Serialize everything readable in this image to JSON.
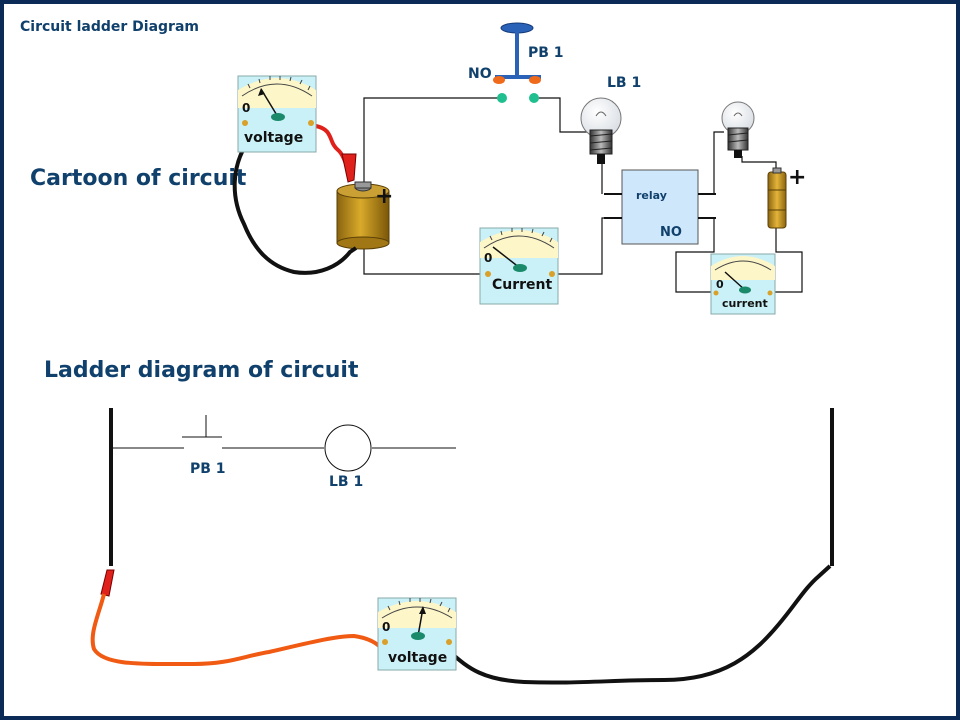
{
  "header": {
    "title": "Circuit ladder Diagram"
  },
  "cartoon": {
    "heading": "Cartoon of circuit",
    "pushbutton": {
      "label": "PB 1",
      "contact_type": "NO"
    },
    "lightbulb": {
      "label": "LB 1"
    },
    "relay": {
      "label": "relay",
      "contact_type": "NO"
    },
    "meters": [
      {
        "zero_label": "0",
        "label": "voltage"
      },
      {
        "zero_label": "0",
        "label": "Current"
      },
      {
        "zero_label": "0",
        "label": "current"
      }
    ],
    "polarity_symbol": "+"
  },
  "ladder": {
    "heading": "Ladder diagram of circuit",
    "pushbutton_label": "PB 1",
    "lightbulb_label": "LB 1",
    "meter": {
      "zero_label": "0",
      "label": "voltage"
    }
  },
  "colors": {
    "border": "#0b2a55",
    "text_blue": "#10406c",
    "meter_face": "#c9f1f7",
    "meter_dial": "#fdf6c9",
    "relay_fill": "#cfe7fb",
    "red_lead": "#e0201a",
    "orange_lead": "#f05a12",
    "battery": "#c8981a",
    "pb_cap": "#2a62b8",
    "contact_orange": "#ef6a1a",
    "contact_green": "#1fbf8f"
  }
}
